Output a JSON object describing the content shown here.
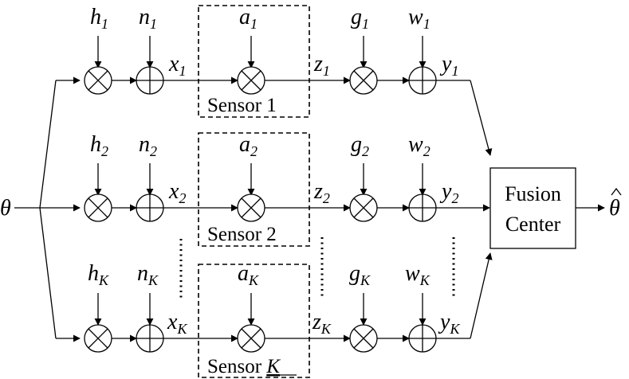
{
  "input_symbol": "θ",
  "output_symbol": "θ",
  "fusion_center": {
    "line1": "Fusion",
    "line2": "Center"
  },
  "rows": [
    {
      "sub": "1",
      "h": "h",
      "n": "n",
      "a": "a",
      "g": "g",
      "w": "w",
      "x": "x",
      "z": "z",
      "y": "y",
      "sensor_label": "Sensor 1"
    },
    {
      "sub": "2",
      "h": "h",
      "n": "n",
      "a": "a",
      "g": "g",
      "w": "w",
      "x": "x",
      "z": "z",
      "y": "y",
      "sensor_label": "Sensor 2"
    },
    {
      "sub": "K",
      "h": "h",
      "n": "n",
      "a": "a",
      "g": "g",
      "w": "w",
      "x": "x",
      "z": "z",
      "y": "y",
      "sensor_label_prefix": "Sensor ",
      "sensor_label_var": "K"
    }
  ]
}
